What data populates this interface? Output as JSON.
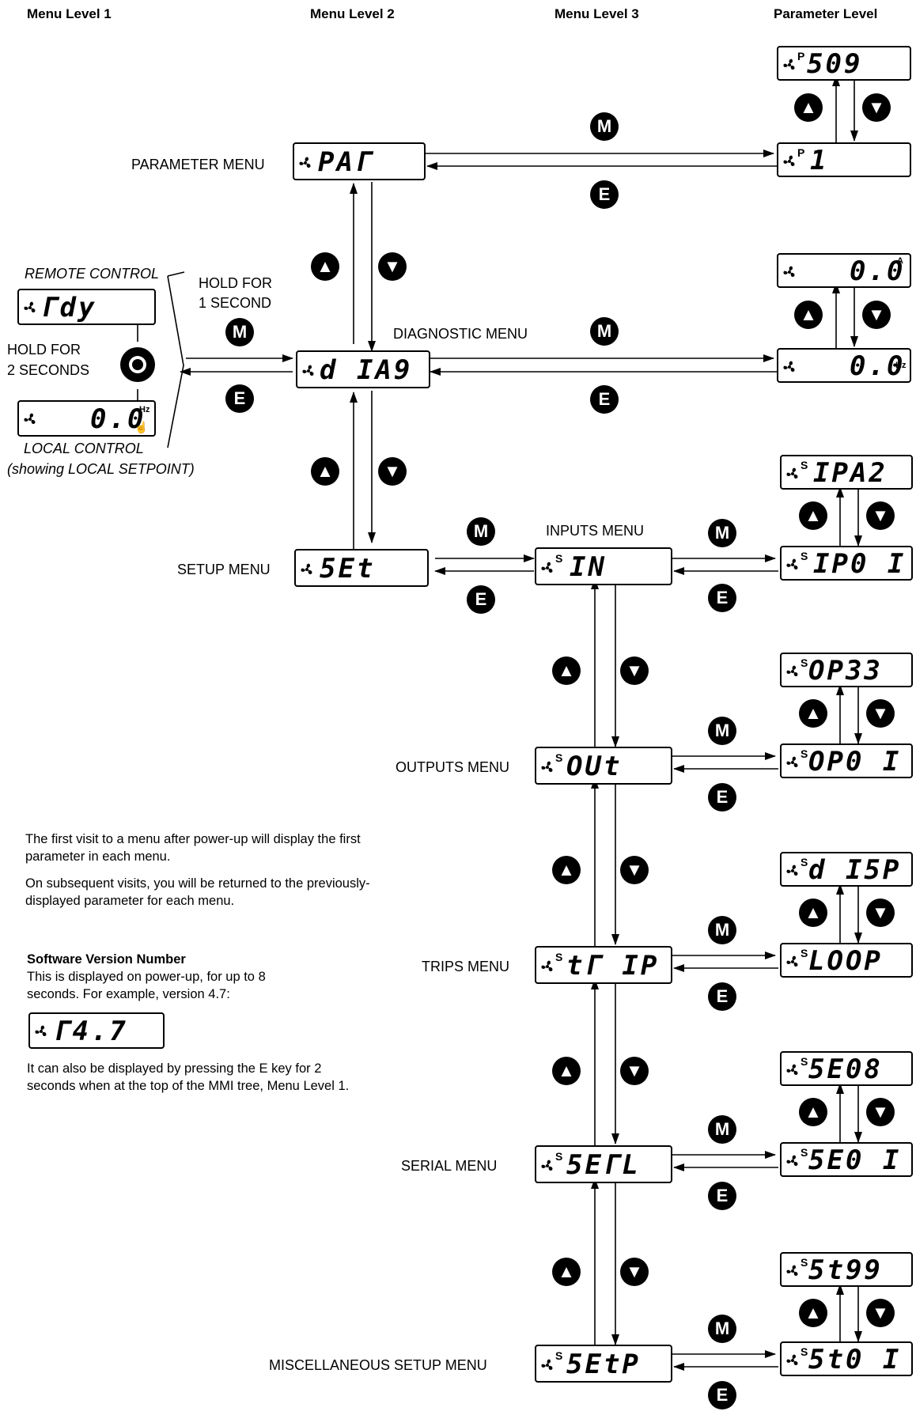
{
  "headers": {
    "menu_level_1": "Menu Level 1",
    "menu_level_2": "Menu Level 2",
    "menu_level_3": "Menu Level 3",
    "parameter_level": "Parameter Level"
  },
  "keys": {
    "menu": "M",
    "escape": "E"
  },
  "control": {
    "remote_label": "REMOTE CONTROL",
    "remote_display": "Γdy",
    "hold_for_2_line1": "HOLD FOR",
    "hold_for_2_line2": "2 SECONDS",
    "local_display": "0.0",
    "local_unit": "Hz",
    "local_label": "LOCAL CONTROL",
    "local_note": "(showing LOCAL SETPOINT)",
    "hold_for_1_line1": "HOLD FOR",
    "hold_for_1_line2": "1 SECOND"
  },
  "menus": {
    "parameter": {
      "label": "PARAMETER MENU",
      "display": "PAΓ",
      "first_param": "1",
      "first_sup": "P",
      "last_param": "509",
      "last_sup": "P"
    },
    "diagnostic": {
      "label": "DIAGNOSTIC MENU",
      "display": "d IA9",
      "first_param": "0.0",
      "first_unit": "Hz",
      "last_param": "0.0",
      "last_unit": "A"
    },
    "setup": {
      "label": "SETUP MENU",
      "display": "5Et"
    },
    "inputs": {
      "label": "INPUTS MENU",
      "display": "IN",
      "sup": "S",
      "first_param": "IP0 I",
      "last_param": "IPA2"
    },
    "outputs": {
      "label": "OUTPUTS MENU",
      "display": "OUt",
      "sup": "S",
      "first_param": "OP0 I",
      "last_param": "OP33"
    },
    "trips": {
      "label": "TRIPS MENU",
      "display": "tΓ IP",
      "sup": "S",
      "first_param": "LOOP",
      "last_param": "d I5P"
    },
    "serial": {
      "label": "SERIAL MENU",
      "display": "5EΓL",
      "sup": "S",
      "first_param": "5E0 I",
      "last_param": "5E08"
    },
    "misc": {
      "label": "MISCELLANEOUS SETUP MENU",
      "display": "5EtP",
      "sup": "S",
      "first_param": "5t0 I",
      "last_param": "5t99"
    }
  },
  "notes": {
    "first_visit": "The first visit to a menu after power-up will display the first parameter in each menu.",
    "subsequent": "On subsequent visits, you will be returned to the previously-displayed parameter for each menu.",
    "sw_title": "Software Version Number",
    "sw_desc": "This is displayed on power-up, for up to 8 seconds. For example, version 4.7:",
    "sw_display": "Γ4.7",
    "sw_extra": "It can also be displayed by pressing the E key for 2 seconds when at the top of the MMI tree, Menu Level 1."
  }
}
